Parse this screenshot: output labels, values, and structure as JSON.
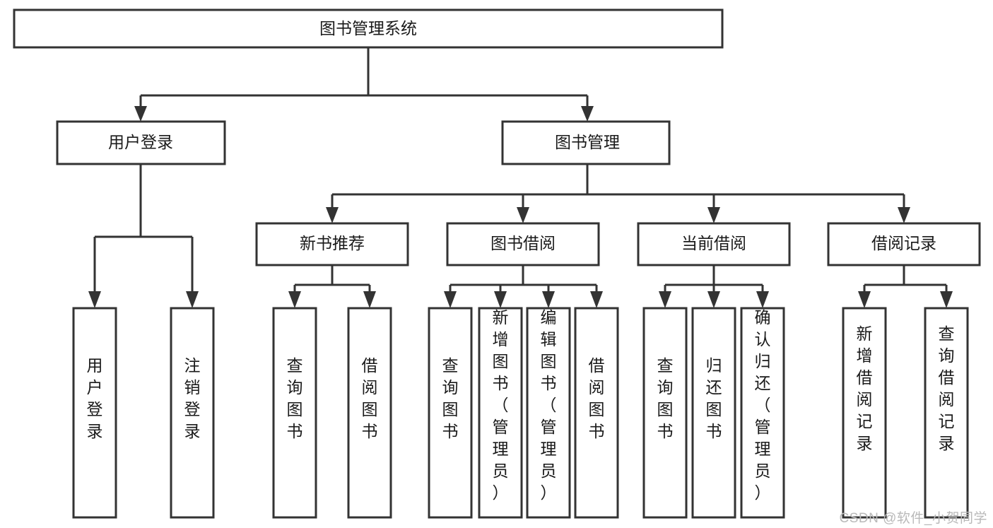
{
  "diagram": {
    "title": "图书管理系统",
    "type": "tree-hierarchy-diagram",
    "watermark": "CSDN @软件_小贺同学",
    "colors": {
      "box_stroke": "#333333",
      "box_fill": "#ffffff",
      "text": "#1a1a1a",
      "background": "#ffffff",
      "watermark": "#b9b9b9"
    },
    "root": {
      "id": "root",
      "label": "图书管理系统"
    },
    "level2": [
      {
        "id": "user-login",
        "label": "用户登录"
      },
      {
        "id": "book-management",
        "label": "图书管理"
      }
    ],
    "level3": [
      {
        "id": "new-book-recommend",
        "label": "新书推荐",
        "parent": "book-management"
      },
      {
        "id": "book-borrow",
        "label": "图书借阅",
        "parent": "book-management"
      },
      {
        "id": "current-borrow",
        "label": "当前借阅",
        "parent": "book-management"
      },
      {
        "id": "borrow-record",
        "label": "借阅记录",
        "parent": "book-management"
      }
    ],
    "leaves": [
      {
        "id": "leaf-user-login",
        "label": "用户登录",
        "parent": "user-login"
      },
      {
        "id": "leaf-logout-login",
        "label": "注销登录",
        "parent": "user-login"
      },
      {
        "id": "leaf-query-book-1",
        "label": "查询图书",
        "parent": "new-book-recommend"
      },
      {
        "id": "leaf-borrow-book-1",
        "label": "借阅图书",
        "parent": "new-book-recommend"
      },
      {
        "id": "leaf-query-book-2",
        "label": "查询图书",
        "parent": "book-borrow"
      },
      {
        "id": "leaf-add-book",
        "label": "新增图书（管理员）",
        "parent": "book-borrow"
      },
      {
        "id": "leaf-edit-book",
        "label": "编辑图书（管理员）",
        "parent": "book-borrow"
      },
      {
        "id": "leaf-borrow-book-2",
        "label": "借阅图书",
        "parent": "book-borrow"
      },
      {
        "id": "leaf-query-book-3",
        "label": "查询图书",
        "parent": "current-borrow"
      },
      {
        "id": "leaf-return-book",
        "label": "归还图书",
        "parent": "current-borrow"
      },
      {
        "id": "leaf-confirm-return",
        "label": "确认归还（管理员）",
        "parent": "current-borrow"
      },
      {
        "id": "leaf-add-record",
        "label": "新增借阅记录",
        "parent": "borrow-record"
      },
      {
        "id": "leaf-query-record",
        "label": "查询借阅记录",
        "parent": "borrow-record"
      }
    ]
  }
}
